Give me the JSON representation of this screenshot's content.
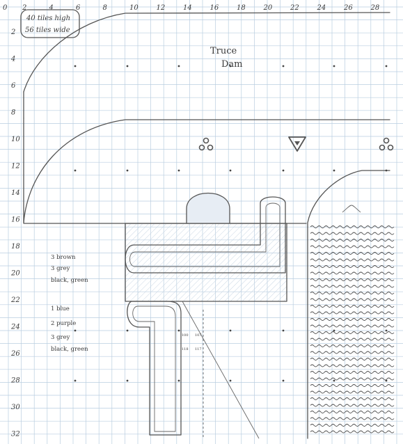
{
  "grid": {
    "line_color": "#b9cde0",
    "paper_color": "#ffffff",
    "ink_color": "#555555"
  },
  "x_axis_labels": [
    "0",
    "2",
    "4",
    "6",
    "8",
    "10",
    "12",
    "14",
    "16",
    "18",
    "20",
    "22",
    "24",
    "26",
    "28"
  ],
  "y_axis_labels": [
    "2",
    "4",
    "6",
    "8",
    "10",
    "12",
    "14",
    "16",
    "18",
    "20",
    "22",
    "24",
    "26",
    "28",
    "30",
    "32"
  ],
  "dimensions_note": {
    "line1": "40 tiles high",
    "line2": "56 tiles wide"
  },
  "map_title": {
    "line1": "Truce",
    "line2": "Dam"
  },
  "legend_upper": [
    "3 brown",
    "3 grey",
    "black, green"
  ],
  "legend_lower": [
    "1 blue",
    "2 purple",
    "3 grey",
    "black, green"
  ],
  "small_numbers": {
    "a": "100",
    "b": "107",
    "c": "118",
    "d": "117"
  },
  "icons": [
    "triple-circle-emblem-icon",
    "inverted-triangle-icon",
    "triple-circle-emblem-icon"
  ]
}
